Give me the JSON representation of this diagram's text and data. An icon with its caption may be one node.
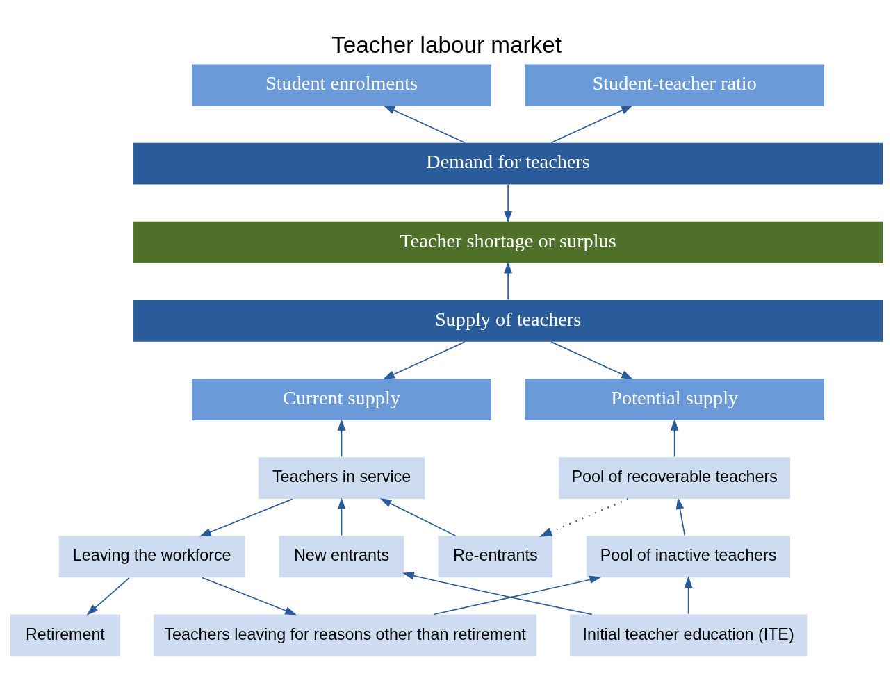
{
  "diagram": {
    "title": "Teacher labour market",
    "nodes": [
      {
        "text": [
          "Student enrolments"
        ]
      },
      {
        "text": [
          "Student-teacher ratio"
        ]
      },
      {
        "text": [
          "Demand for teachers"
        ]
      },
      {
        "text": [
          "Teacher shortage or surplus"
        ]
      },
      {
        "text": [
          "Supply of teachers"
        ]
      },
      {
        "text": [
          "Potential supply"
        ]
      },
      {
        "text": [
          "Current supply"
        ]
      },
      {
        "text": [
          "Pool of recoverable teachers"
        ]
      },
      {
        "text": [
          "Teachers in service"
        ]
      },
      {
        "text": [
          "Pool of inactive teachers"
        ]
      },
      {
        "text": [
          "New entrants"
        ]
      },
      {
        "text": [
          "Re-entrants"
        ]
      },
      {
        "text": [
          "Leaving the workforce"
        ]
      },
      {
        "text": [
          "Initial teacher education (ITE)"
        ]
      },
      {
        "text": [
          "Retirement"
        ]
      },
      {
        "text": [
          "Teachers leaving for reasons other than retirement"
        ]
      }
    ],
    "edges": [
      {
        "from": 2,
        "to": 0,
        "arrow": "to"
      },
      {
        "from": 2,
        "to": 1,
        "arrow": "to"
      },
      {
        "from": 2,
        "to": 3,
        "arrow": "to"
      },
      {
        "from": 4,
        "to": 3,
        "arrow": "to"
      },
      {
        "from": 4,
        "to": 5,
        "arrow": "to"
      },
      {
        "from": 4,
        "to": 6,
        "arrow": "to"
      },
      {
        "from": 7,
        "to": 5,
        "arrow": "to"
      },
      {
        "from": 8,
        "to": 6,
        "arrow": "to"
      },
      {
        "from": 9,
        "to": 7,
        "arrow": "to"
      },
      {
        "from": 10,
        "to": 8,
        "arrow": "to"
      },
      {
        "from": 11,
        "to": 8,
        "arrow": "to"
      },
      {
        "from": 7,
        "to": 11,
        "arrow": "to",
        "style": "dashed"
      },
      {
        "from": 8,
        "to": 12,
        "arrow": "to"
      },
      {
        "from": 13,
        "to": 10,
        "arrow": "to"
      },
      {
        "from": 12,
        "to": 14,
        "arrow": "to"
      },
      {
        "from": 12,
        "to": 15,
        "arrow": "to"
      },
      {
        "from": 13,
        "to": 9,
        "arrow": "to"
      },
      {
        "from": 15,
        "to": 9,
        "arrow": "to"
      }
    ]
  }
}
